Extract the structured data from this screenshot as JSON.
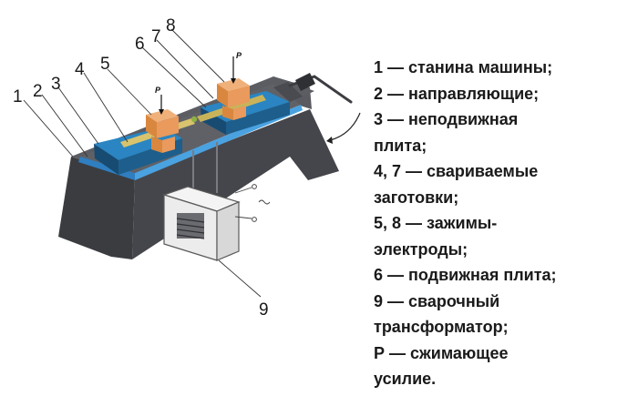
{
  "diagram": {
    "callouts": [
      "1",
      "2",
      "3",
      "4",
      "5",
      "6",
      "7",
      "8",
      "9"
    ],
    "force_label": "P"
  },
  "legend": {
    "lines": [
      "1 — станина машины;",
      "2 — направляющие;",
      "3 — неподвижная",
      "плита;",
      "4, 7 — свариваемые",
      "заготовки;",
      "5, 8 — зажимы-",
      "электроды;",
      "6 — подвижная плита;",
      "9 — сварочный",
      "трансформатор;",
      "Р — сжимающее",
      "усилие."
    ]
  },
  "colors": {
    "frame": "#3f4044",
    "rail": "#3a8fd1",
    "plate": "#1e6c9e",
    "electrode": "#e99a5c",
    "workpiece": "#cdb766"
  }
}
